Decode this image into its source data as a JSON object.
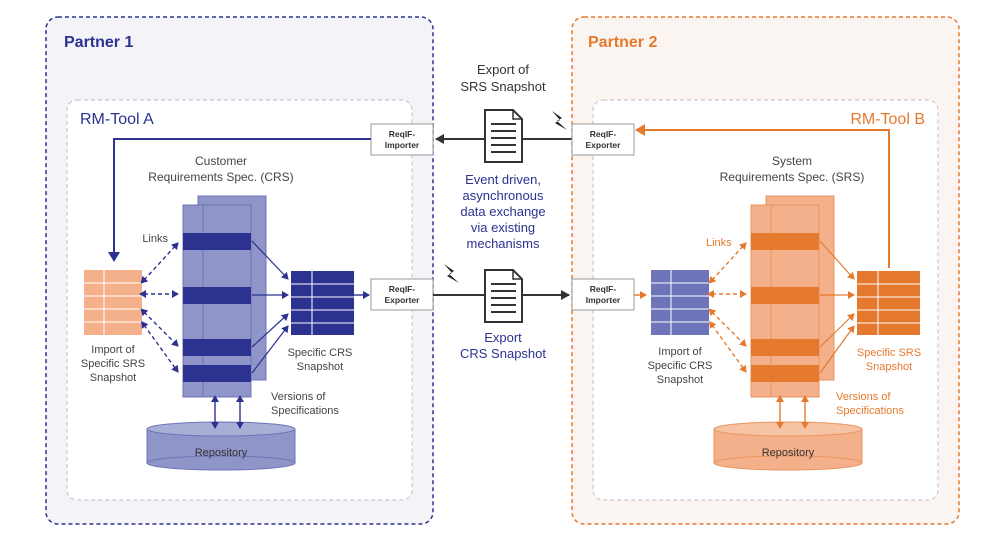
{
  "colors": {
    "blue": "#2b3290",
    "blue_light": "#8f95c8",
    "blue_mid": "#6d74b8",
    "orange": "#e57a2f",
    "orange_light": "#f4b08a",
    "panel_bg": "#f4f4f8",
    "text": "#444444"
  },
  "partner1": {
    "title": "Partner 1",
    "tool": "RM-Tool A",
    "spec_label": [
      "Customer",
      "Requirements Spec. (CRS)"
    ],
    "links": "Links",
    "import_label": [
      "Import of",
      "Specific SRS",
      "Snapshot"
    ],
    "specific_label": [
      "Specific CRS",
      "Snapshot"
    ],
    "versions_label": [
      "Versions of",
      "Specifications"
    ],
    "repository": "Repository",
    "importer": [
      "ReqIF-",
      "Importer"
    ],
    "exporter": [
      "ReqIF-",
      "Exporter"
    ]
  },
  "partner2": {
    "title": "Partner 2",
    "tool": "RM-Tool B",
    "spec_label": [
      "System",
      "Requirements Spec. (SRS)"
    ],
    "links": "Links",
    "import_label": [
      "Import of",
      "Specific CRS",
      "Snapshot"
    ],
    "specific_label": [
      "Specific SRS",
      "Snapshot"
    ],
    "versions_label": [
      "Versions of",
      "Specifications"
    ],
    "repository": "Repository",
    "importer": [
      "ReqIF-",
      "Importer"
    ],
    "exporter": [
      "ReqIF-",
      "Exporter"
    ]
  },
  "middle": {
    "export_srs": [
      "Export of",
      "SRS Snapshot"
    ],
    "event": [
      "Event driven,",
      "asynchronous",
      "data exchange",
      "via existing",
      "mechanisms"
    ],
    "export_crs": [
      "Export",
      "CRS Snapshot"
    ]
  }
}
